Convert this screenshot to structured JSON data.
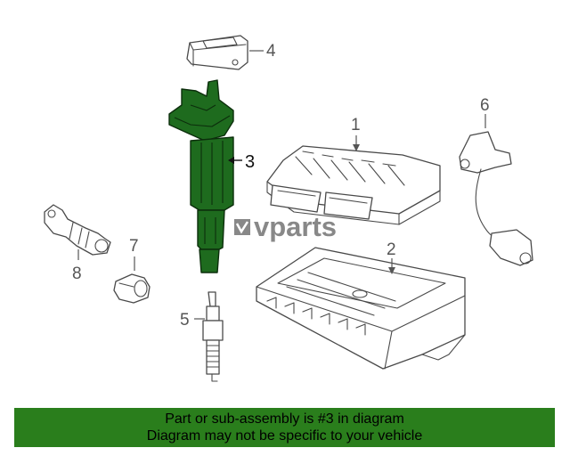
{
  "diagram": {
    "callouts": {
      "c1": "1",
      "c2": "2",
      "c3": "3",
      "c4": "4",
      "c5": "5",
      "c6": "6",
      "c7": "7",
      "c8": "8"
    },
    "highlight_color": "#1e6b1e"
  },
  "watermark": {
    "text": "vparts",
    "logo_icon": "vparts-logo-icon"
  },
  "footer": {
    "line1": "Part or sub-assembly is #3 in diagram",
    "line2": "Diagram may not be specific to your vehicle",
    "background": "#2a7e1c"
  }
}
